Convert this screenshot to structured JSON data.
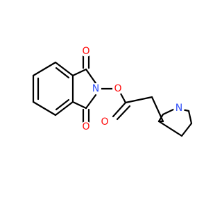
{
  "molecule": {
    "atoms": {
      "O1": {
        "symbol": "O",
        "color": "#ff0d0d"
      },
      "N1": {
        "symbol": "N",
        "color": "#3050f8"
      },
      "O2": {
        "symbol": "O",
        "color": "#ff0d0d"
      },
      "O3": {
        "symbol": "O",
        "color": "#ff0d0d"
      },
      "O4": {
        "symbol": "O",
        "color": "#ff0d0d"
      },
      "N2": {
        "symbol": "N",
        "color": "#3050f8"
      }
    },
    "bond_color": "#000000"
  }
}
